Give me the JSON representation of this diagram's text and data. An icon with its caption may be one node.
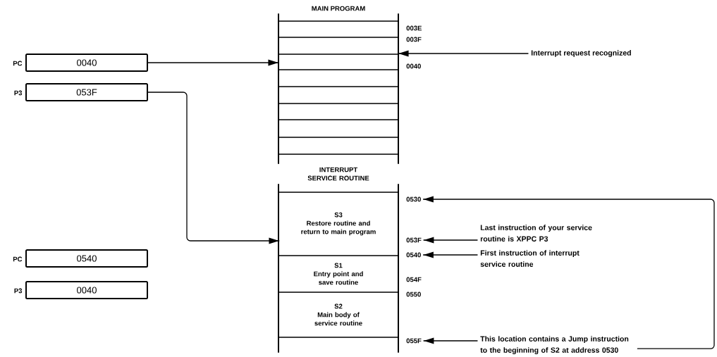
{
  "diagram": {
    "nodes": [
      {
        "text": [
          "0040"
        ],
        "beside": [
          "PC"
        ]
      },
      {
        "text": [
          "053F"
        ],
        "beside": [
          "P3"
        ]
      },
      {
        "text": [
          "MAIN PROGRAM"
        ]
      },
      {
        "text": [
          "Interrupt request recognized"
        ]
      },
      {
        "text": [
          "INTERRUPT SERVICE ROUTINE"
        ]
      },
      {
        "text": [
          "S3",
          "Restore routine and return to main program"
        ],
        "in": 4
      },
      {
        "text": [
          "S1",
          "Entry point and save routine"
        ],
        "in": 4
      },
      {
        "text": [
          "S2",
          "Main body of service routine"
        ],
        "in": 4
      },
      {
        "text": [
          "0530"
        ]
      },
      {
        "text": [
          "053F"
        ]
      },
      {
        "text": [
          "0540"
        ]
      },
      {
        "text": [
          "055F"
        ]
      },
      {
        "text": [
          "Last instruction of your service routine is XPPC P3"
        ]
      },
      {
        "text": [
          "First instruction of interrupt service routine"
        ]
      },
      {
        "text": [
          "This location contains a Jump instruction to the beginning of S2 at address 0530"
        ]
      },
      {
        "text": [
          "0540"
        ],
        "beside": [
          "PC"
        ]
      },
      {
        "text": [
          "0040"
        ],
        "beside": [
          "P3"
        ]
      }
    ],
    "edges": [
      {
        "from": 0,
        "to": 2,
        "arrow": "to"
      },
      {
        "from": 1,
        "to": 5,
        "arrow": "to"
      },
      {
        "from": 3,
        "to": 2,
        "arrow": "to"
      },
      {
        "from": 12,
        "to": 9,
        "arrow": "to"
      },
      {
        "from": 13,
        "to": 10,
        "arrow": "to"
      },
      {
        "from": 14,
        "to": 11,
        "arrow": "to"
      },
      {
        "from": 14,
        "to": 8,
        "arrow": "to"
      }
    ],
    "labels": [
      "003E",
      "003F",
      "0040",
      "054F",
      "0550"
    ]
  }
}
